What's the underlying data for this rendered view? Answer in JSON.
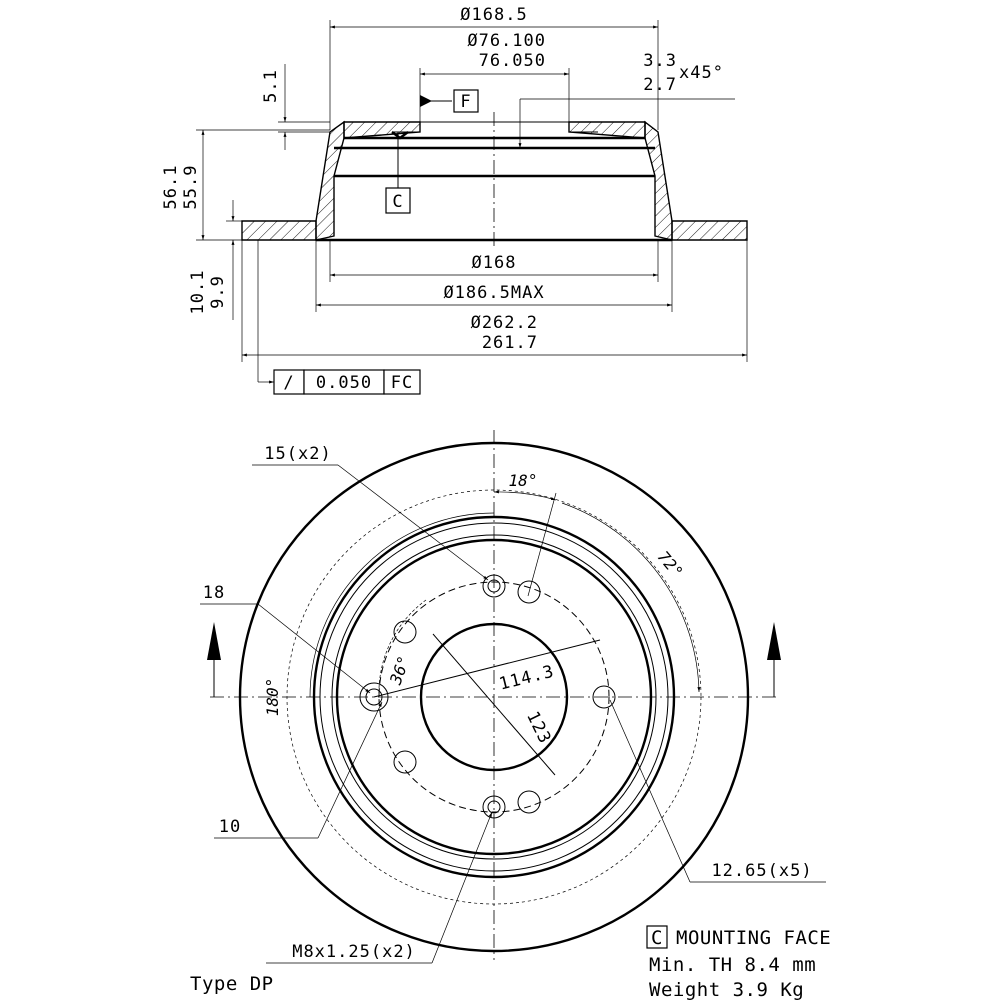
{
  "section_view": {
    "d_outer_top": "Ø168.5",
    "d_bore_max": "Ø76.100",
    "d_bore_min": "76.050",
    "chamfer_max": "3.3",
    "chamfer_min": "2.7",
    "chamfer_angle": "x45°",
    "hat_thickness": "5.1",
    "total_height_max": "56.1",
    "total_height_min": "55.9",
    "disc_thickness_max": "10.1",
    "disc_thickness_min": "9.9",
    "d_inner": "Ø168",
    "d_max": "Ø186.5MAX",
    "d_outer_max": "Ø262.2",
    "d_outer_min": "261.7",
    "datum_f": "F",
    "datum_c": "C",
    "tolerance_symbol": "/",
    "tolerance_value": "0.050",
    "tolerance_datum": "FC"
  },
  "front_view": {
    "hole_small_label": "15(x2)",
    "angle_small": "18°",
    "angle_large": "72°",
    "hole_18_label": "18",
    "angle_36": "36°",
    "angle_180": "180°",
    "pcd_label": "114.3",
    "dia_123_label": "123",
    "label_10": "10",
    "bolt_holes_label": "12.65(x5)",
    "thread_label": "M8x1.25(x2)"
  },
  "notes": {
    "type": "Type DP",
    "mounting_box": "C",
    "mounting_text": "MOUNTING FACE",
    "min_th": "Min. TH 8.4 mm",
    "weight": "Weight 3.9 Kg"
  }
}
